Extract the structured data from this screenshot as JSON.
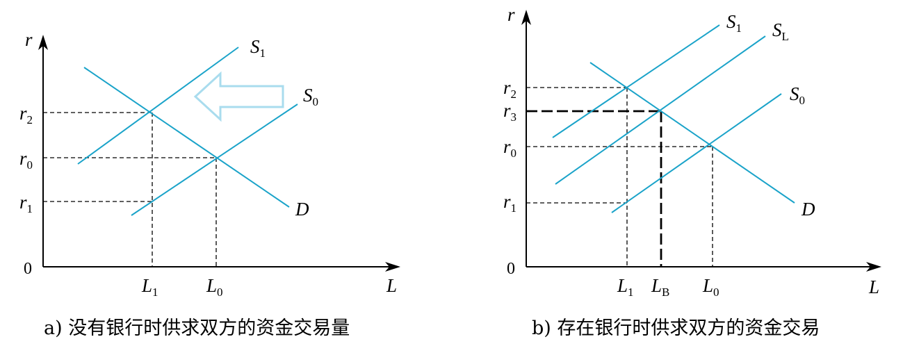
{
  "colors": {
    "curve": "#1aa3c9",
    "arrow": "#a9dcee",
    "axis": "#000000"
  },
  "panel_a": {
    "caption": "a) 没有银行时供求双方的资金交易量",
    "y_axis": "r",
    "x_axis": "L",
    "origin": "0",
    "y_ticks": [
      {
        "base": "r",
        "sub": "2"
      },
      {
        "base": "r",
        "sub": "0"
      },
      {
        "base": "r",
        "sub": "1"
      }
    ],
    "x_ticks": [
      {
        "base": "L",
        "sub": "1"
      },
      {
        "base": "L",
        "sub": "0"
      }
    ],
    "curves": {
      "s1": {
        "base": "S",
        "sub": "1"
      },
      "s0": {
        "base": "S",
        "sub": "0"
      },
      "d": {
        "base": "D",
        "sub": ""
      }
    }
  },
  "panel_b": {
    "caption": "b) 存在银行时供求双方的资金交易",
    "y_axis": "r",
    "x_axis": "L",
    "origin": "0",
    "y_ticks": [
      {
        "base": "r",
        "sub": "2"
      },
      {
        "base": "r",
        "sub": "3"
      },
      {
        "base": "r",
        "sub": "0"
      },
      {
        "base": "r",
        "sub": "1"
      }
    ],
    "x_ticks": [
      {
        "base": "L",
        "sub": "1"
      },
      {
        "base": "L",
        "sub": "B"
      },
      {
        "base": "L",
        "sub": "0"
      }
    ],
    "curves": {
      "s1": {
        "base": "S",
        "sub": "1"
      },
      "sl": {
        "base": "S",
        "sub": "L"
      },
      "s0": {
        "base": "S",
        "sub": "0"
      },
      "d": {
        "base": "D",
        "sub": ""
      }
    }
  }
}
